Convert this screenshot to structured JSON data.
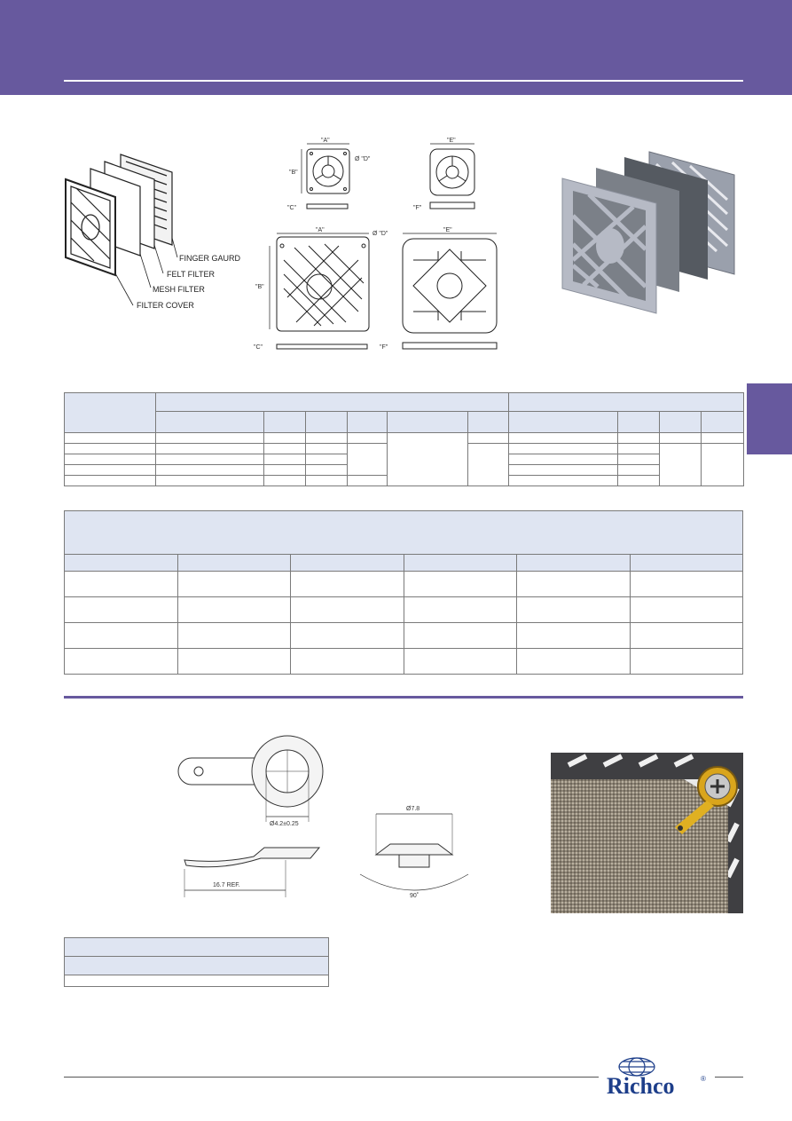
{
  "diagram_labels": {
    "finger_guard": "FINGER GAURD",
    "felt_filter": "FELT FILTER",
    "mesh_filter": "MESH FILTER",
    "filter_cover": "FILTER COVER"
  },
  "dimension_labels": {
    "a": "\"A\"",
    "b": "\"B\"",
    "c": "\"C\"",
    "d": "Ø \"D\"",
    "e": "\"E\"",
    "f": "\"F\""
  },
  "clip_drawing": {
    "hole_dia": "Ø4.2±0.25",
    "length_ref": "16.7 REF.",
    "head_dia": "Ø7.8",
    "angle": "90˚"
  },
  "logo": {
    "brand": "Richco",
    "registered_mark": "®"
  },
  "colors": {
    "accent": "#67599e",
    "table_header": "#dfe5f2",
    "logo_blue": "#1d3e8a"
  }
}
